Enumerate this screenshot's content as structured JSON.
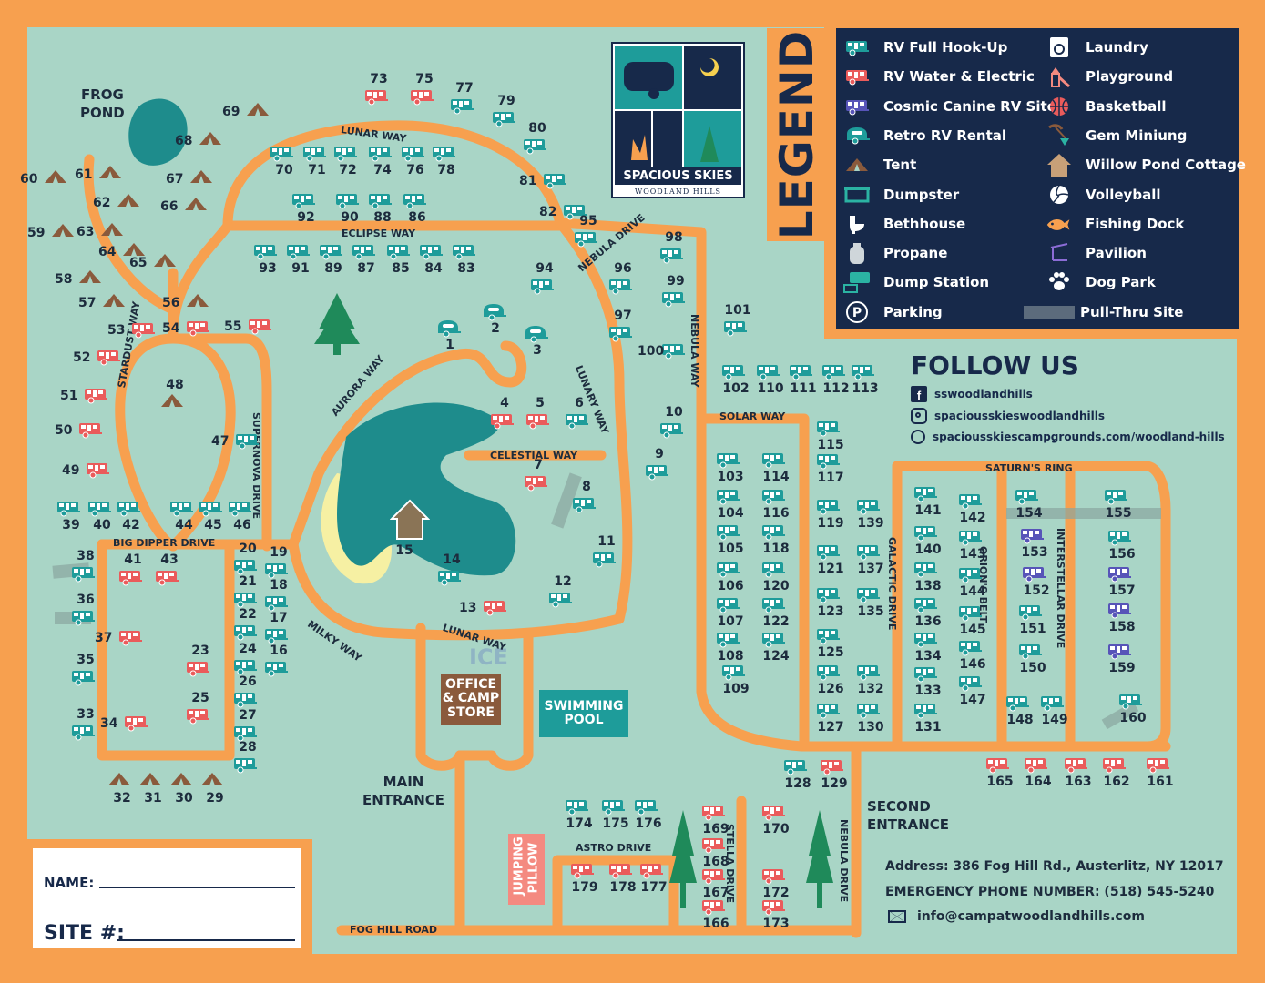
{
  "colors": {
    "background": "#f7a04f",
    "map": "#a9d5c6",
    "road": "#f7a04f",
    "water": "#1e8c8c",
    "beach": "#f6f0a3",
    "rv_full": "#1e9c9a",
    "rv_water": "#ea5b5b",
    "canine": "#5754b8",
    "tent": "#8a5a3c",
    "legend_bg": "#17294a"
  },
  "legend": {
    "title": "LEGEND",
    "items": [
      {
        "label": "RV Full Hook-Up",
        "icon": "rv-full-hookup-icon"
      },
      {
        "label": "RV Water & Electric",
        "icon": "rv-water-electric-icon"
      },
      {
        "label": "Cosmic Canine RV Site",
        "icon": "cosmic-canine-icon"
      },
      {
        "label": "Retro RV Rental",
        "icon": "retro-rv-icon"
      },
      {
        "label": "Tent",
        "icon": "tent-icon"
      },
      {
        "label": "Dumpster",
        "icon": "dumpster-icon"
      },
      {
        "label": "Bethhouse",
        "icon": "bathhouse-icon"
      },
      {
        "label": "Propane",
        "icon": "propane-icon"
      },
      {
        "label": "Dump Station",
        "icon": "dump-station-icon"
      },
      {
        "label": "Parking",
        "icon": "parking-icon"
      },
      {
        "label": "Laundry",
        "icon": "laundry-icon"
      },
      {
        "label": "Playground",
        "icon": "playground-icon"
      },
      {
        "label": "Basketball",
        "icon": "basketball-icon"
      },
      {
        "label": "Gem Miniung",
        "icon": "gem-mining-icon"
      },
      {
        "label": "Willow Pond Cottage",
        "icon": "cottage-icon"
      },
      {
        "label": "Volleyball",
        "icon": "volleyball-icon"
      },
      {
        "label": "Fishing Dock",
        "icon": "fishing-dock-icon"
      },
      {
        "label": "Pavilion",
        "icon": "pavilion-icon"
      },
      {
        "label": "Dog Park",
        "icon": "dog-park-icon"
      },
      {
        "label": "Pull-Thru Site",
        "icon": "pull-thru-icon"
      }
    ]
  },
  "logo": {
    "line1": "SPACIOUS SKIES",
    "line2": "WOODLAND HILLS"
  },
  "follow": {
    "title": "FOLLOW US",
    "facebook": "sswoodlandhills",
    "instagram": "spaciousskieswoodlandhills",
    "website": "spaciousskiescampgrounds.com/woodland-hills"
  },
  "contact": {
    "address": "Address: 386 Fog Hill Rd., Austerlitz, NY 12017",
    "phone": "EMERGENCY PHONE NUMBER: (518) 545-5240",
    "email": "info@campatwoodlandhills.com"
  },
  "form": {
    "name_label": "NAME:",
    "site_label": "SITE #:"
  },
  "places": {
    "frog_pond": "FROG\nPOND",
    "main_entrance": "MAIN\nENTRANCE",
    "second_entrance": "SECOND\nENTRANCE",
    "office": "OFFICE\n& CAMP\nSTORE",
    "pool": "SWIMMING\nPOOL",
    "ice": "ICE",
    "jumping_pillow": "JUMPING\nPILLOW"
  },
  "roads": [
    "LUNAR WAY",
    "ECLIPSE WAY",
    "NEBULA DRIVE",
    "LUNARY WAY",
    "NEBULA WAY",
    "SOLAR WAY",
    "SATURN'S RING",
    "CELESTIAL WAY",
    "AURORA WAY",
    "STARDUST WAY",
    "SUPERNOVA DRIVE",
    "BIG DIPPER DRIVE",
    "MILKY WAY",
    "LUNAR WAY",
    "GALACTIC DRIVE",
    "ORION'S BELT",
    "INTERSTELLAR DRIVE",
    "ASTRO DRIVE",
    "STELLA DRIVE",
    "FOG HILL ROAD",
    "NEBULA DRIVE"
  ],
  "sites": [
    {
      "n": "1",
      "t": "retro"
    },
    {
      "n": "2",
      "t": "retro"
    },
    {
      "n": "3",
      "t": "retro"
    },
    {
      "n": "4",
      "t": "red"
    },
    {
      "n": "5",
      "t": "red"
    },
    {
      "n": "6",
      "t": "teal"
    },
    {
      "n": "7",
      "t": "red"
    },
    {
      "n": "8",
      "t": "teal"
    },
    {
      "n": "9",
      "t": "teal"
    },
    {
      "n": "10",
      "t": "teal"
    },
    {
      "n": "11",
      "t": "teal"
    },
    {
      "n": "12",
      "t": "teal"
    },
    {
      "n": "13",
      "t": "red"
    },
    {
      "n": "14",
      "t": "teal"
    },
    {
      "n": "15",
      "t": "cottage"
    },
    {
      "n": "16",
      "t": "teal"
    },
    {
      "n": "17",
      "t": "teal"
    },
    {
      "n": "18",
      "t": "teal"
    },
    {
      "n": "19",
      "t": "teal"
    },
    {
      "n": "20",
      "t": "teal"
    },
    {
      "n": "21",
      "t": "teal"
    },
    {
      "n": "22",
      "t": "teal"
    },
    {
      "n": "23",
      "t": "red"
    },
    {
      "n": "24",
      "t": "teal"
    },
    {
      "n": "25",
      "t": "red"
    },
    {
      "n": "26",
      "t": "teal"
    },
    {
      "n": "27",
      "t": "teal"
    },
    {
      "n": "28",
      "t": "teal"
    },
    {
      "n": "29",
      "t": "tent"
    },
    {
      "n": "30",
      "t": "tent"
    },
    {
      "n": "31",
      "t": "tent"
    },
    {
      "n": "32",
      "t": "tent"
    },
    {
      "n": "33",
      "t": "teal"
    },
    {
      "n": "34",
      "t": "red"
    },
    {
      "n": "35",
      "t": "teal"
    },
    {
      "n": "36",
      "t": "teal"
    },
    {
      "n": "37",
      "t": "red"
    },
    {
      "n": "38",
      "t": "teal"
    },
    {
      "n": "39",
      "t": "teal"
    },
    {
      "n": "40",
      "t": "teal"
    },
    {
      "n": "41",
      "t": "red"
    },
    {
      "n": "42",
      "t": "teal"
    },
    {
      "n": "43",
      "t": "red"
    },
    {
      "n": "44",
      "t": "teal"
    },
    {
      "n": "45",
      "t": "teal"
    },
    {
      "n": "46",
      "t": "teal"
    },
    {
      "n": "47",
      "t": "teal"
    },
    {
      "n": "48",
      "t": "tent"
    },
    {
      "n": "49",
      "t": "red"
    },
    {
      "n": "50",
      "t": "red"
    },
    {
      "n": "51",
      "t": "red"
    },
    {
      "n": "52",
      "t": "red"
    },
    {
      "n": "53",
      "t": "red"
    },
    {
      "n": "54",
      "t": "red"
    },
    {
      "n": "55",
      "t": "red"
    },
    {
      "n": "56",
      "t": "tent"
    },
    {
      "n": "57",
      "t": "tent"
    },
    {
      "n": "58",
      "t": "tent"
    },
    {
      "n": "59",
      "t": "tent"
    },
    {
      "n": "60",
      "t": "tent"
    },
    {
      "n": "61",
      "t": "tent"
    },
    {
      "n": "62",
      "t": "tent"
    },
    {
      "n": "63",
      "t": "tent"
    },
    {
      "n": "64",
      "t": "tent"
    },
    {
      "n": "65",
      "t": "tent"
    },
    {
      "n": "66",
      "t": "tent"
    },
    {
      "n": "67",
      "t": "tent"
    },
    {
      "n": "68",
      "t": "tent"
    },
    {
      "n": "69",
      "t": "tent"
    },
    {
      "n": "70",
      "t": "teal"
    },
    {
      "n": "71",
      "t": "teal"
    },
    {
      "n": "72",
      "t": "teal"
    },
    {
      "n": "73",
      "t": "red"
    },
    {
      "n": "74",
      "t": "teal"
    },
    {
      "n": "75",
      "t": "red"
    },
    {
      "n": "76",
      "t": "teal"
    },
    {
      "n": "77",
      "t": "teal"
    },
    {
      "n": "78",
      "t": "teal"
    },
    {
      "n": "79",
      "t": "teal"
    },
    {
      "n": "80",
      "t": "teal"
    },
    {
      "n": "81",
      "t": "teal"
    },
    {
      "n": "82",
      "t": "teal"
    },
    {
      "n": "83",
      "t": "teal"
    },
    {
      "n": "84",
      "t": "teal"
    },
    {
      "n": "85",
      "t": "teal"
    },
    {
      "n": "86",
      "t": "teal"
    },
    {
      "n": "87",
      "t": "teal"
    },
    {
      "n": "88",
      "t": "teal"
    },
    {
      "n": "89",
      "t": "teal"
    },
    {
      "n": "90",
      "t": "teal"
    },
    {
      "n": "91",
      "t": "teal"
    },
    {
      "n": "92",
      "t": "teal"
    },
    {
      "n": "93",
      "t": "teal"
    },
    {
      "n": "94",
      "t": "teal"
    },
    {
      "n": "95",
      "t": "teal"
    },
    {
      "n": "96",
      "t": "teal"
    },
    {
      "n": "97",
      "t": "teal"
    },
    {
      "n": "98",
      "t": "teal"
    },
    {
      "n": "99",
      "t": "teal"
    },
    {
      "n": "100",
      "t": "teal"
    },
    {
      "n": "101",
      "t": "teal"
    },
    {
      "n": "102",
      "t": "teal"
    },
    {
      "n": "103",
      "t": "teal"
    },
    {
      "n": "104",
      "t": "teal"
    },
    {
      "n": "105",
      "t": "teal"
    },
    {
      "n": "106",
      "t": "teal"
    },
    {
      "n": "107",
      "t": "teal"
    },
    {
      "n": "108",
      "t": "teal"
    },
    {
      "n": "109",
      "t": "teal"
    },
    {
      "n": "110",
      "t": "teal"
    },
    {
      "n": "111",
      "t": "teal"
    },
    {
      "n": "112",
      "t": "teal"
    },
    {
      "n": "113",
      "t": "teal"
    },
    {
      "n": "114",
      "t": "teal"
    },
    {
      "n": "115",
      "t": "teal"
    },
    {
      "n": "116",
      "t": "teal"
    },
    {
      "n": "117",
      "t": "teal"
    },
    {
      "n": "118",
      "t": "teal"
    },
    {
      "n": "119",
      "t": "teal"
    },
    {
      "n": "120",
      "t": "teal"
    },
    {
      "n": "121",
      "t": "teal"
    },
    {
      "n": "122",
      "t": "teal"
    },
    {
      "n": "123",
      "t": "teal"
    },
    {
      "n": "124",
      "t": "teal"
    },
    {
      "n": "125",
      "t": "teal"
    },
    {
      "n": "126",
      "t": "teal"
    },
    {
      "n": "127",
      "t": "teal"
    },
    {
      "n": "128",
      "t": "teal"
    },
    {
      "n": "129",
      "t": "red"
    },
    {
      "n": "130",
      "t": "teal"
    },
    {
      "n": "131",
      "t": "teal"
    },
    {
      "n": "132",
      "t": "teal"
    },
    {
      "n": "133",
      "t": "teal"
    },
    {
      "n": "134",
      "t": "teal"
    },
    {
      "n": "135",
      "t": "teal"
    },
    {
      "n": "136",
      "t": "teal"
    },
    {
      "n": "137",
      "t": "teal"
    },
    {
      "n": "138",
      "t": "teal"
    },
    {
      "n": "139",
      "t": "teal"
    },
    {
      "n": "140",
      "t": "teal"
    },
    {
      "n": "141",
      "t": "teal"
    },
    {
      "n": "142",
      "t": "teal"
    },
    {
      "n": "143",
      "t": "teal"
    },
    {
      "n": "144",
      "t": "teal"
    },
    {
      "n": "145",
      "t": "teal"
    },
    {
      "n": "146",
      "t": "teal"
    },
    {
      "n": "147",
      "t": "teal"
    },
    {
      "n": "148",
      "t": "teal"
    },
    {
      "n": "149",
      "t": "teal"
    },
    {
      "n": "150",
      "t": "teal"
    },
    {
      "n": "151",
      "t": "teal"
    },
    {
      "n": "152",
      "t": "canine"
    },
    {
      "n": "153",
      "t": "canine"
    },
    {
      "n": "154",
      "t": "teal"
    },
    {
      "n": "155",
      "t": "teal"
    },
    {
      "n": "156",
      "t": "teal"
    },
    {
      "n": "157",
      "t": "canine"
    },
    {
      "n": "158",
      "t": "canine"
    },
    {
      "n": "159",
      "t": "canine"
    },
    {
      "n": "160",
      "t": "teal"
    },
    {
      "n": "161",
      "t": "red"
    },
    {
      "n": "162",
      "t": "red"
    },
    {
      "n": "163",
      "t": "red"
    },
    {
      "n": "164",
      "t": "red"
    },
    {
      "n": "165",
      "t": "red"
    },
    {
      "n": "166",
      "t": "red"
    },
    {
      "n": "167",
      "t": "red"
    },
    {
      "n": "168",
      "t": "red"
    },
    {
      "n": "169",
      "t": "red"
    },
    {
      "n": "170",
      "t": "red"
    },
    {
      "n": "172",
      "t": "red"
    },
    {
      "n": "173",
      "t": "red"
    },
    {
      "n": "174",
      "t": "teal"
    },
    {
      "n": "175",
      "t": "teal"
    },
    {
      "n": "176",
      "t": "teal"
    },
    {
      "n": "177",
      "t": "red"
    },
    {
      "n": "178",
      "t": "red"
    },
    {
      "n": "179",
      "t": "red"
    }
  ]
}
